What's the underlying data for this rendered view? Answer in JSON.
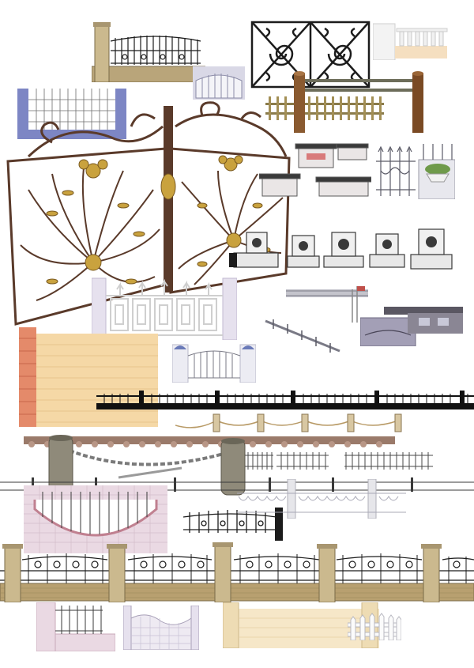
{
  "canvas": {
    "background": "#ffffff"
  },
  "items": [
    {
      "name": "pillar-fence-scroll-top",
      "kind": "fence"
    },
    {
      "name": "arched-fence-panel-small",
      "kind": "fence"
    },
    {
      "name": "scroll-grille-panel",
      "kind": "grille"
    },
    {
      "name": "white-balustrade-segment",
      "kind": "fence"
    },
    {
      "name": "blue-frame-mesh-panel",
      "kind": "fence"
    },
    {
      "name": "wood-post-picket-fence",
      "kind": "fence"
    },
    {
      "name": "ornate-double-gate",
      "kind": "gate"
    },
    {
      "name": "pillar-cap-set",
      "kind": "pillar-cap"
    },
    {
      "name": "arrow-top-railing-with-planter",
      "kind": "fence"
    },
    {
      "name": "lamp-pillar-heads-row",
      "kind": "pillar-cap"
    },
    {
      "name": "white-geometric-railing",
      "kind": "fence"
    },
    {
      "name": "flag-pole-railing",
      "kind": "fence"
    },
    {
      "name": "guard-booth-with-gate",
      "kind": "gatehouse"
    },
    {
      "name": "diagonal-rail-segment",
      "kind": "fence"
    },
    {
      "name": "brick-wall-panel",
      "kind": "wall"
    },
    {
      "name": "small-arched-gate",
      "kind": "gate"
    },
    {
      "name": "long-black-iron-fence",
      "kind": "fence"
    },
    {
      "name": "rope-bollard-fence",
      "kind": "fence"
    },
    {
      "name": "chain-bollard-barrier",
      "kind": "barrier"
    },
    {
      "name": "small-railing-pieces",
      "kind": "fence"
    },
    {
      "name": "long-thin-railing",
      "kind": "fence"
    },
    {
      "name": "pink-tile-arched-wall",
      "kind": "wall"
    },
    {
      "name": "short-iron-fence-black",
      "kind": "fence"
    },
    {
      "name": "white-lattice-railing",
      "kind": "fence"
    },
    {
      "name": "long-pillar-fence-bottom",
      "kind": "fence"
    },
    {
      "name": "pink-pillar-fence-small",
      "kind": "fence"
    },
    {
      "name": "tile-wall-wavy-top",
      "kind": "wall"
    },
    {
      "name": "cream-wall-with-pillars",
      "kind": "wall"
    },
    {
      "name": "white-picket-fence",
      "kind": "fence"
    }
  ],
  "colors": {
    "iron": "#1c1c1c",
    "rust": "#5a3a2a",
    "gold": "#c9a23e",
    "stone": "#d8c7a2",
    "stone_dark": "#8a7650",
    "brick": "#f3d39b",
    "brick_red": "#e48a6a",
    "tile_pink": "#ead9e3",
    "tile_lav": "#e6e1ee",
    "wood": "#8a5a30",
    "blue_frame": "#7d86c4",
    "grey": "#9c9c9c"
  }
}
